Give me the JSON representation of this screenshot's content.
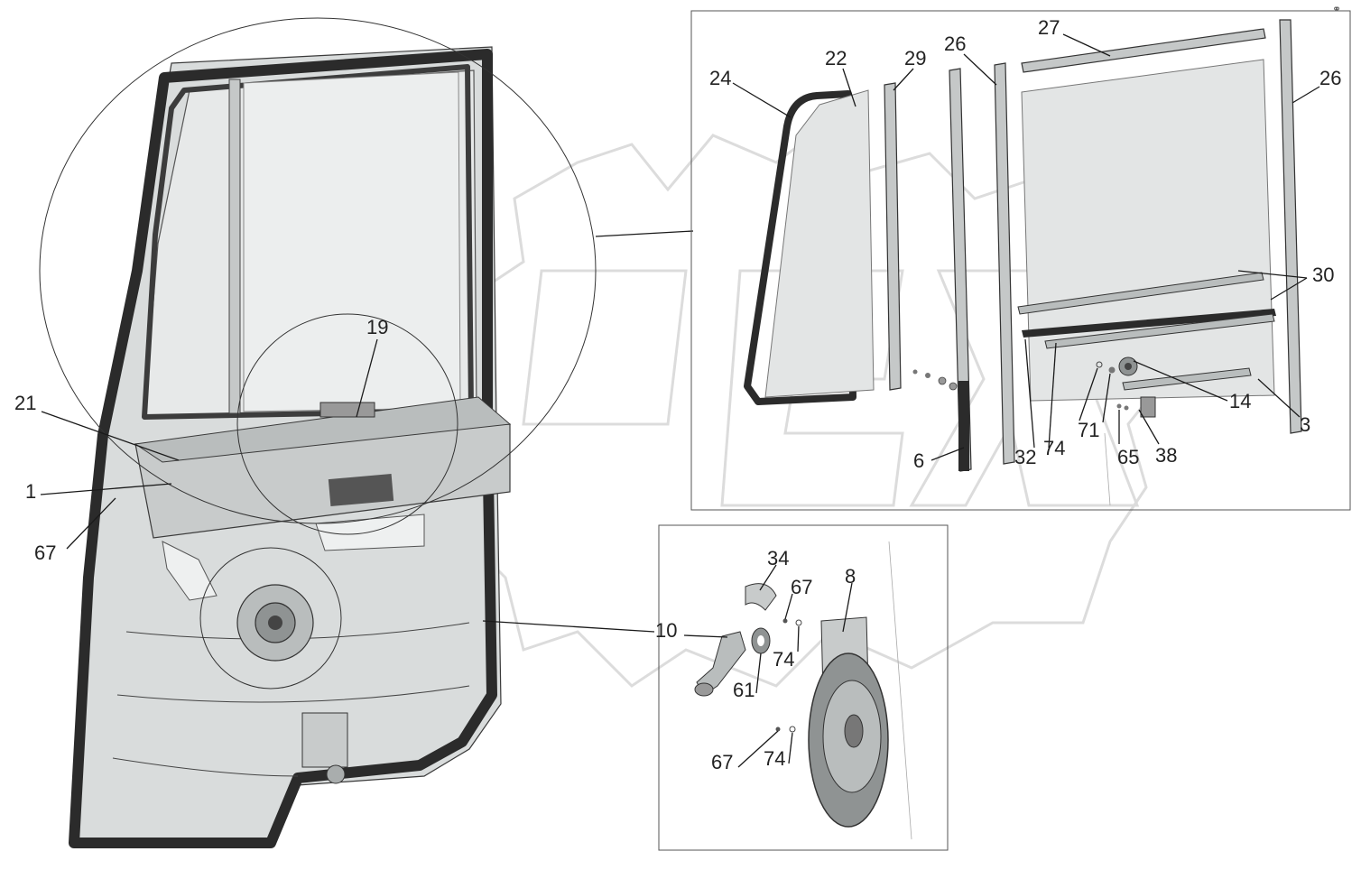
{
  "diagram": {
    "colors": {
      "panel": "#d9dcdc",
      "panel_dark": "#b9bdbd",
      "seal": "#2b2b2b",
      "glass": "#e3e5e5",
      "frame_metal": "#c5c8c8",
      "gear": "#8f9393",
      "watermark": "#e6e6e6",
      "line": "#1a1a1a"
    },
    "corner_mark": "⚭",
    "callouts": {
      "c1": "1",
      "c3": "3",
      "c6": "6",
      "c8": "8",
      "c10": "10",
      "c14": "14",
      "c19": "19",
      "c21": "21",
      "c22": "22",
      "c24": "24",
      "c26a": "26",
      "c26b": "26",
      "c27": "27",
      "c29": "29",
      "c30": "30",
      "c32": "32",
      "c34": "34",
      "c38": "38",
      "c61": "61",
      "c65": "65",
      "c67a": "67",
      "c67b": "67",
      "c67c": "67",
      "c71": "71",
      "c74a": "74",
      "c74b": "74",
      "c74c": "74"
    }
  }
}
